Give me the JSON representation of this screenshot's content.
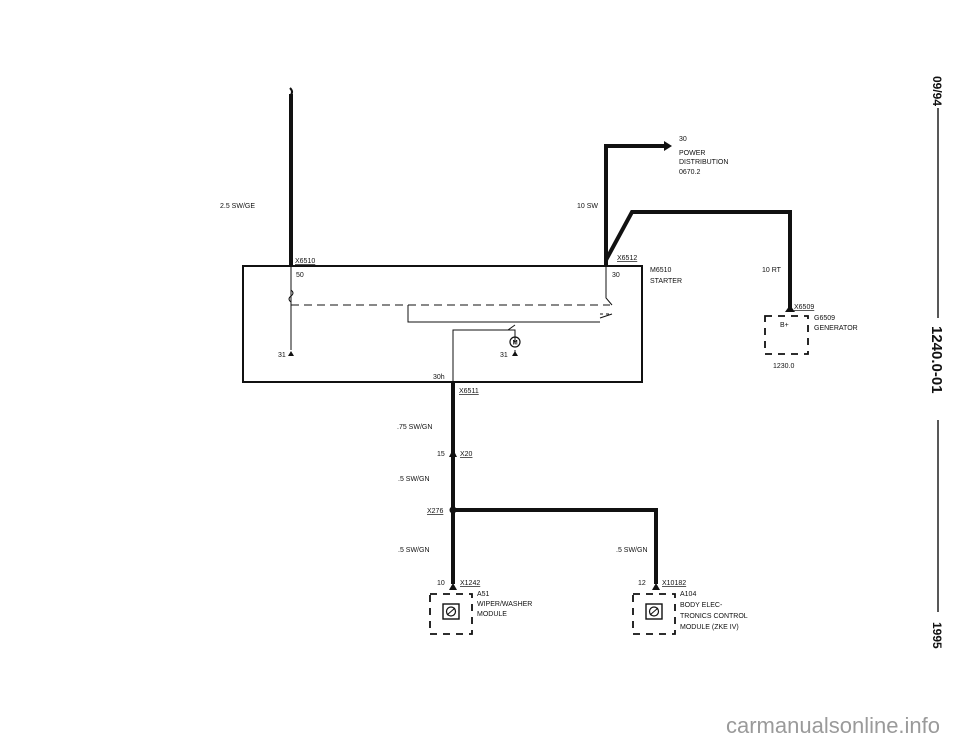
{
  "wires": {
    "left_wire": "2.5 SW/GE",
    "top_right_wire": "10 SW",
    "generator_wire": "10 RT",
    "wire_75": ".75 SW/GN",
    "wire_5_upper": ".5 SW/GN",
    "wire_5_left": ".5 SW/GN",
    "wire_5_right": ".5 SW/GN"
  },
  "power_distribution": {
    "pin": "30",
    "title": "POWER",
    "subtitle": "DISTRIBUTION",
    "ref": "0670.2"
  },
  "starter": {
    "connector_left": "X6510",
    "connector_right": "X6512",
    "pin_50": "50",
    "pin_30": "30",
    "ground_left": "31",
    "ground_right": "31",
    "pin_30h": "30h",
    "connector_bottom": "X6511",
    "id": "M6510",
    "name": "STARTER"
  },
  "generator": {
    "connector": "X6509",
    "terminal": "B+",
    "id": "G6509",
    "name": "GENERATOR",
    "ref": "1230.0"
  },
  "splices": {
    "x20_pin": "15",
    "x20": "X20",
    "x276": "X276"
  },
  "wiper_module": {
    "pin": "10",
    "connector": "X1242",
    "id": "A51",
    "line1": "WIPER/WASHER",
    "line2": "MODULE"
  },
  "body_module": {
    "pin": "12",
    "connector": "X10182",
    "id": "A104",
    "line1": "BODY ELEC-",
    "line2": "TRONICS CONTROL",
    "line3": "MODULE (ZKE IV)"
  },
  "sidebar": {
    "date": "09/94",
    "doc_number": "1240.0-01",
    "year": "1995"
  },
  "watermark": "carmanualsonline.info"
}
